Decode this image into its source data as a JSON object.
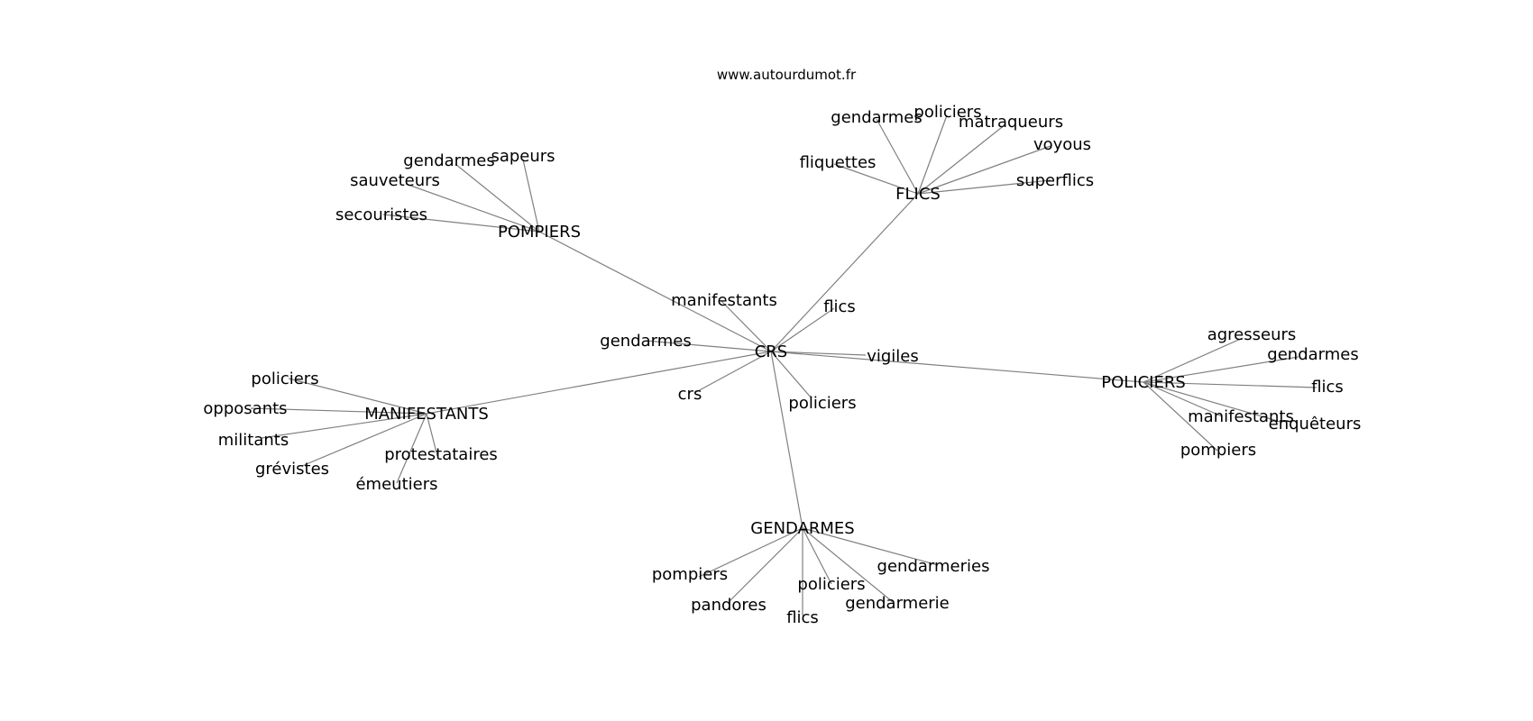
{
  "source": "www.autourdumot.fr",
  "graph": {
    "center": {
      "id": "crs",
      "label": "CRS"
    },
    "center_words": [
      {
        "id": "c-manifestants",
        "label": "manifestants"
      },
      {
        "id": "c-flics",
        "label": "flics"
      },
      {
        "id": "c-gendarmes",
        "label": "gendarmes"
      },
      {
        "id": "c-vigiles",
        "label": "vigiles"
      },
      {
        "id": "c-crs",
        "label": "crs"
      },
      {
        "id": "c-policiers",
        "label": "policiers"
      }
    ],
    "hubs": [
      {
        "id": "pompiers",
        "label": "POMPIERS",
        "words": [
          "gendarmes",
          "sapeurs",
          "sauveteurs",
          "secouristes"
        ]
      },
      {
        "id": "flics",
        "label": "FLICS",
        "words": [
          "gendarmes",
          "policiers",
          "matraqueurs",
          "voyous",
          "fliquettes",
          "superflics"
        ]
      },
      {
        "id": "policiers",
        "label": "POLICIERS",
        "words": [
          "agresseurs",
          "gendarmes",
          "flics",
          "manifestants",
          "enquêteurs",
          "pompiers"
        ]
      },
      {
        "id": "manifestants",
        "label": "MANIFESTANTS",
        "words": [
          "policiers",
          "opposants",
          "militants",
          "grévistes",
          "protestataires",
          "émeutiers"
        ]
      },
      {
        "id": "gendarmes",
        "label": "GENDARMES",
        "words": [
          "pompiers",
          "pandores",
          "flics",
          "policiers",
          "gendarmerie",
          "gendarmeries"
        ]
      }
    ]
  }
}
